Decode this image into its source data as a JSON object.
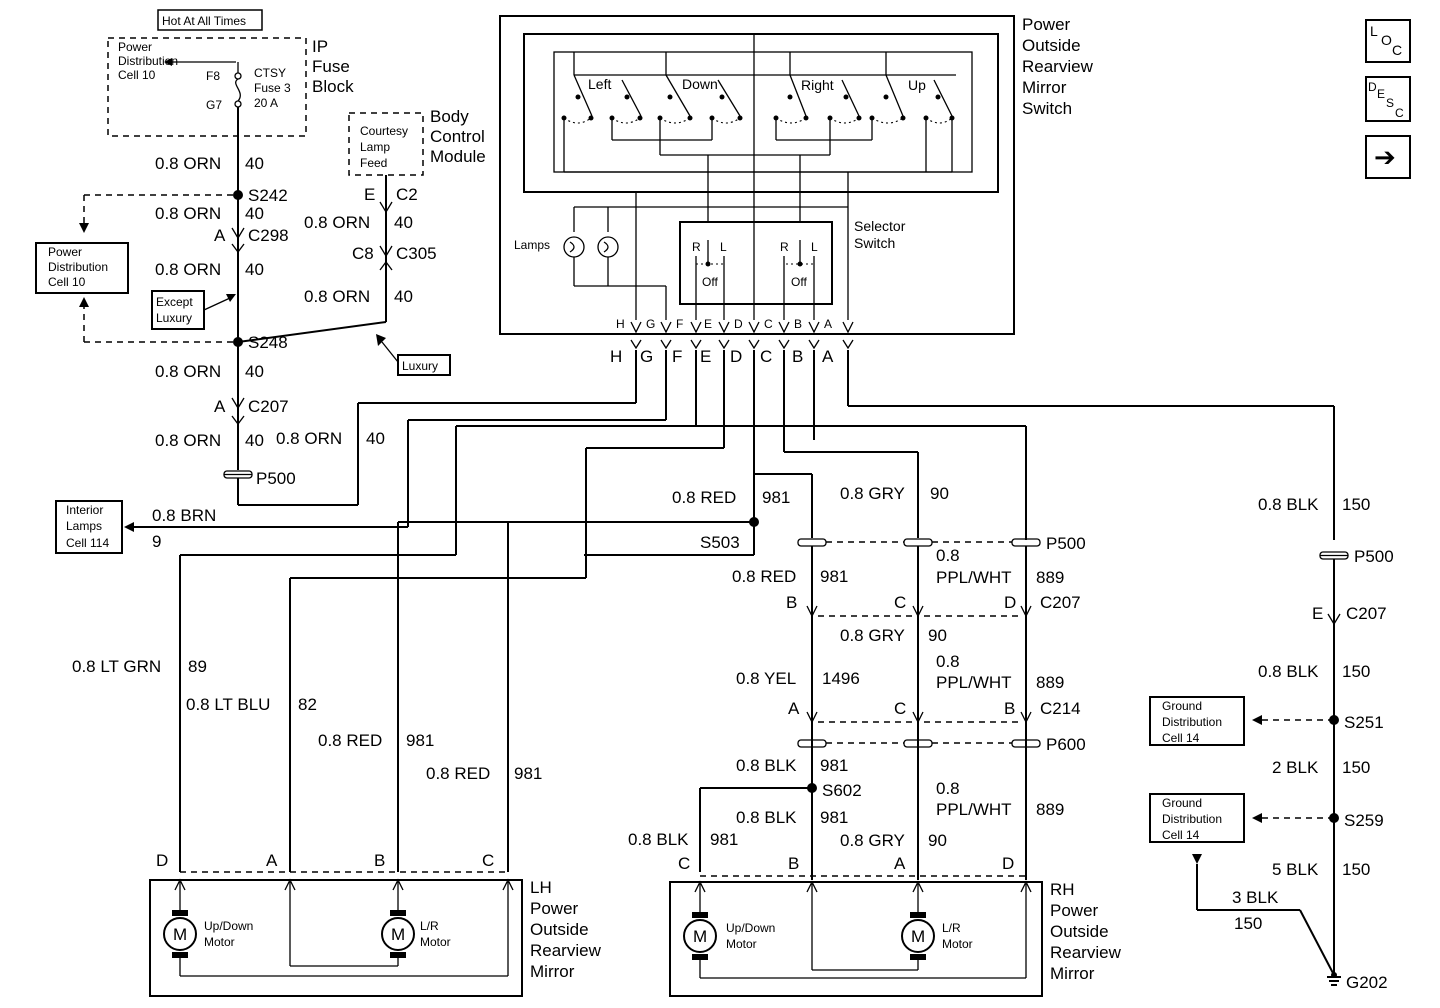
{
  "nav": {
    "loc_l": "L",
    "loc_o": "O",
    "loc_c": "C",
    "desc_d": "D",
    "desc_e": "E",
    "desc_s": "S",
    "desc_c": "C",
    "next_glyph": "➔"
  },
  "fuse": {
    "hot": "Hot At All Times",
    "pd1": "Power",
    "pd2": "Distribution",
    "pd3": "Cell 10",
    "f8": "F8",
    "g7": "G7",
    "c1": "CTSY",
    "c2": "Fuse 3",
    "c3": "20 A",
    "ip1": "IP",
    "ip2": "Fuse",
    "ip3": "Block"
  },
  "bcm": {
    "b1": "Courtesy",
    "b2": "Lamp",
    "b3": "Feed",
    "n1": "Body",
    "n2": "Control",
    "n3": "Module",
    "e": "E",
    "c2": "C2",
    "c8": "C8",
    "c305": "C305"
  },
  "left": {
    "orn": "0.8 ORN",
    "n40": "40",
    "s242": "S242",
    "a": "A",
    "c298": "C298",
    "pd1": "Power",
    "pd2": "Distribution",
    "pd3": "Cell 10",
    "ex1": "Except",
    "ex2": "Luxury",
    "lux": "Luxury",
    "s248": "S248",
    "c207": "C207",
    "p500": "P500",
    "il1": "Interior",
    "il2": "Lamps",
    "il3": "Cell 114",
    "brn": "0.8 BRN",
    "n9": "9"
  },
  "sw": {
    "t1": "Power",
    "t2": "Outside",
    "t3": "Rearview",
    "t4": "Mirror",
    "t5": "Switch",
    "left": "Left",
    "down": "Down",
    "right": "Right",
    "up": "Up",
    "lamps": "Lamps",
    "sel1": "Selector",
    "sel2": "Switch",
    "r": "R",
    "l": "L",
    "off": "Off",
    "pins": [
      "H",
      "G",
      "F",
      "E",
      "D",
      "C",
      "B",
      "A"
    ]
  },
  "mid": {
    "red": "0.8 RED",
    "n981": "981",
    "gry": "0.8 GRY",
    "n90": "90",
    "s503": "S503",
    "p500": "P500",
    "ppl0": "0.8",
    "ppl": "PPL/WHT",
    "n889": "889",
    "b": "B",
    "c": "C",
    "d": "D",
    "a": "A",
    "c207": "C207",
    "c214": "C214",
    "yel": "0.8 YEL",
    "n1496": "1496",
    "p600": "P600",
    "blk": "0.8 BLK",
    "s602": "S602"
  },
  "lh": {
    "grn": "0.8 LT GRN",
    "n89": "89",
    "blu": "0.8 LT BLU",
    "n82": "82",
    "red": "0.8 RED",
    "n981": "981",
    "d": "D",
    "a": "A",
    "b": "B",
    "c": "C",
    "m": "M",
    "ud1": "Up/Down",
    "ud2": "Motor",
    "lr1": "L/R",
    "lr2": "Motor",
    "t1": "LH",
    "t2": "Power",
    "t3": "Outside",
    "t4": "Rearview",
    "t5": "Mirror"
  },
  "rh": {
    "t1": "RH",
    "t2": "Power",
    "t3": "Outside",
    "t4": "Rearview",
    "t5": "Mirror"
  },
  "gnd": {
    "blk": "0.8 BLK",
    "n150": "150",
    "p500": "P500",
    "e": "E",
    "c207": "C207",
    "gd1": "Ground",
    "gd2": "Distribution",
    "gd3": "Cell 14",
    "s251": "S251",
    "b2": "2 BLK",
    "s259": "S259",
    "b5": "5 BLK",
    "b3": "3 BLK",
    "g202": "G202"
  }
}
